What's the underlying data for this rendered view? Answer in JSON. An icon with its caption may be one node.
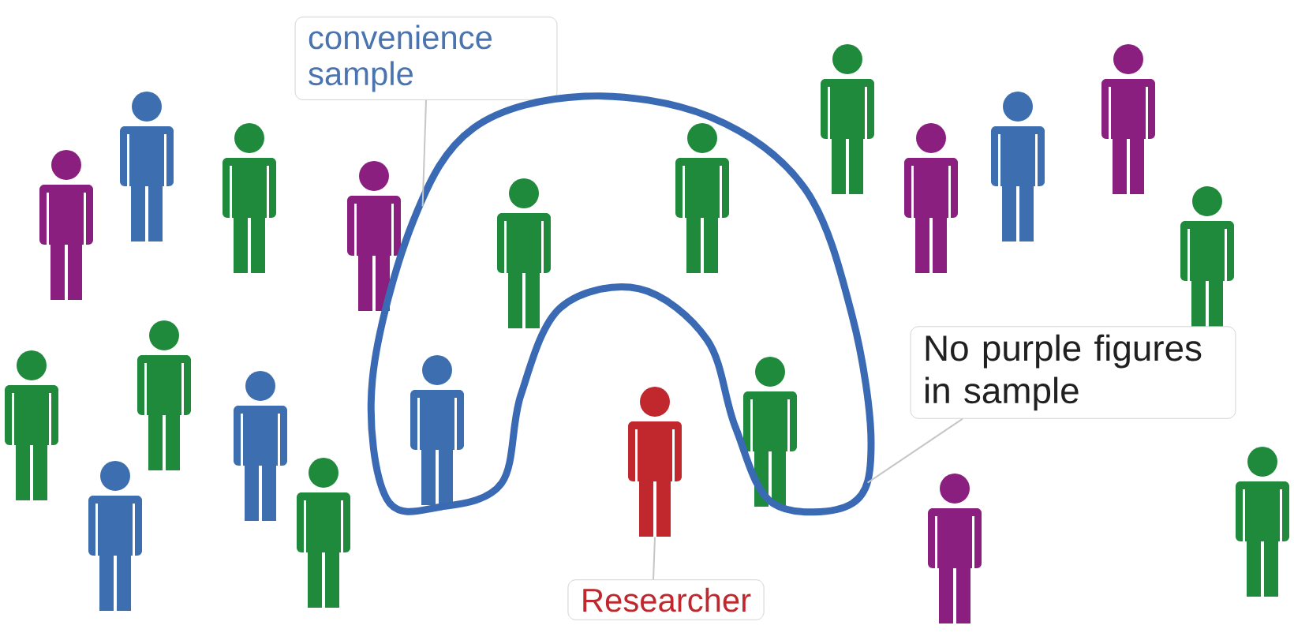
{
  "diagram": {
    "nodes": [
      {
        "text": [
          "convenience sample"
        ]
      },
      {
        "text": [],
        "shape": "loop"
      },
      {
        "text": [
          "No purple figures in sample"
        ]
      },
      {
        "text": [],
        "shape": "person"
      },
      {
        "text": [
          "Researcher"
        ]
      }
    ],
    "edges": [
      {
        "from": 0,
        "to": 1,
        "arrow": "none"
      },
      {
        "from": 2,
        "to": 1,
        "arrow": "none"
      },
      {
        "from": 4,
        "to": 3,
        "arrow": "none"
      }
    ]
  }
}
